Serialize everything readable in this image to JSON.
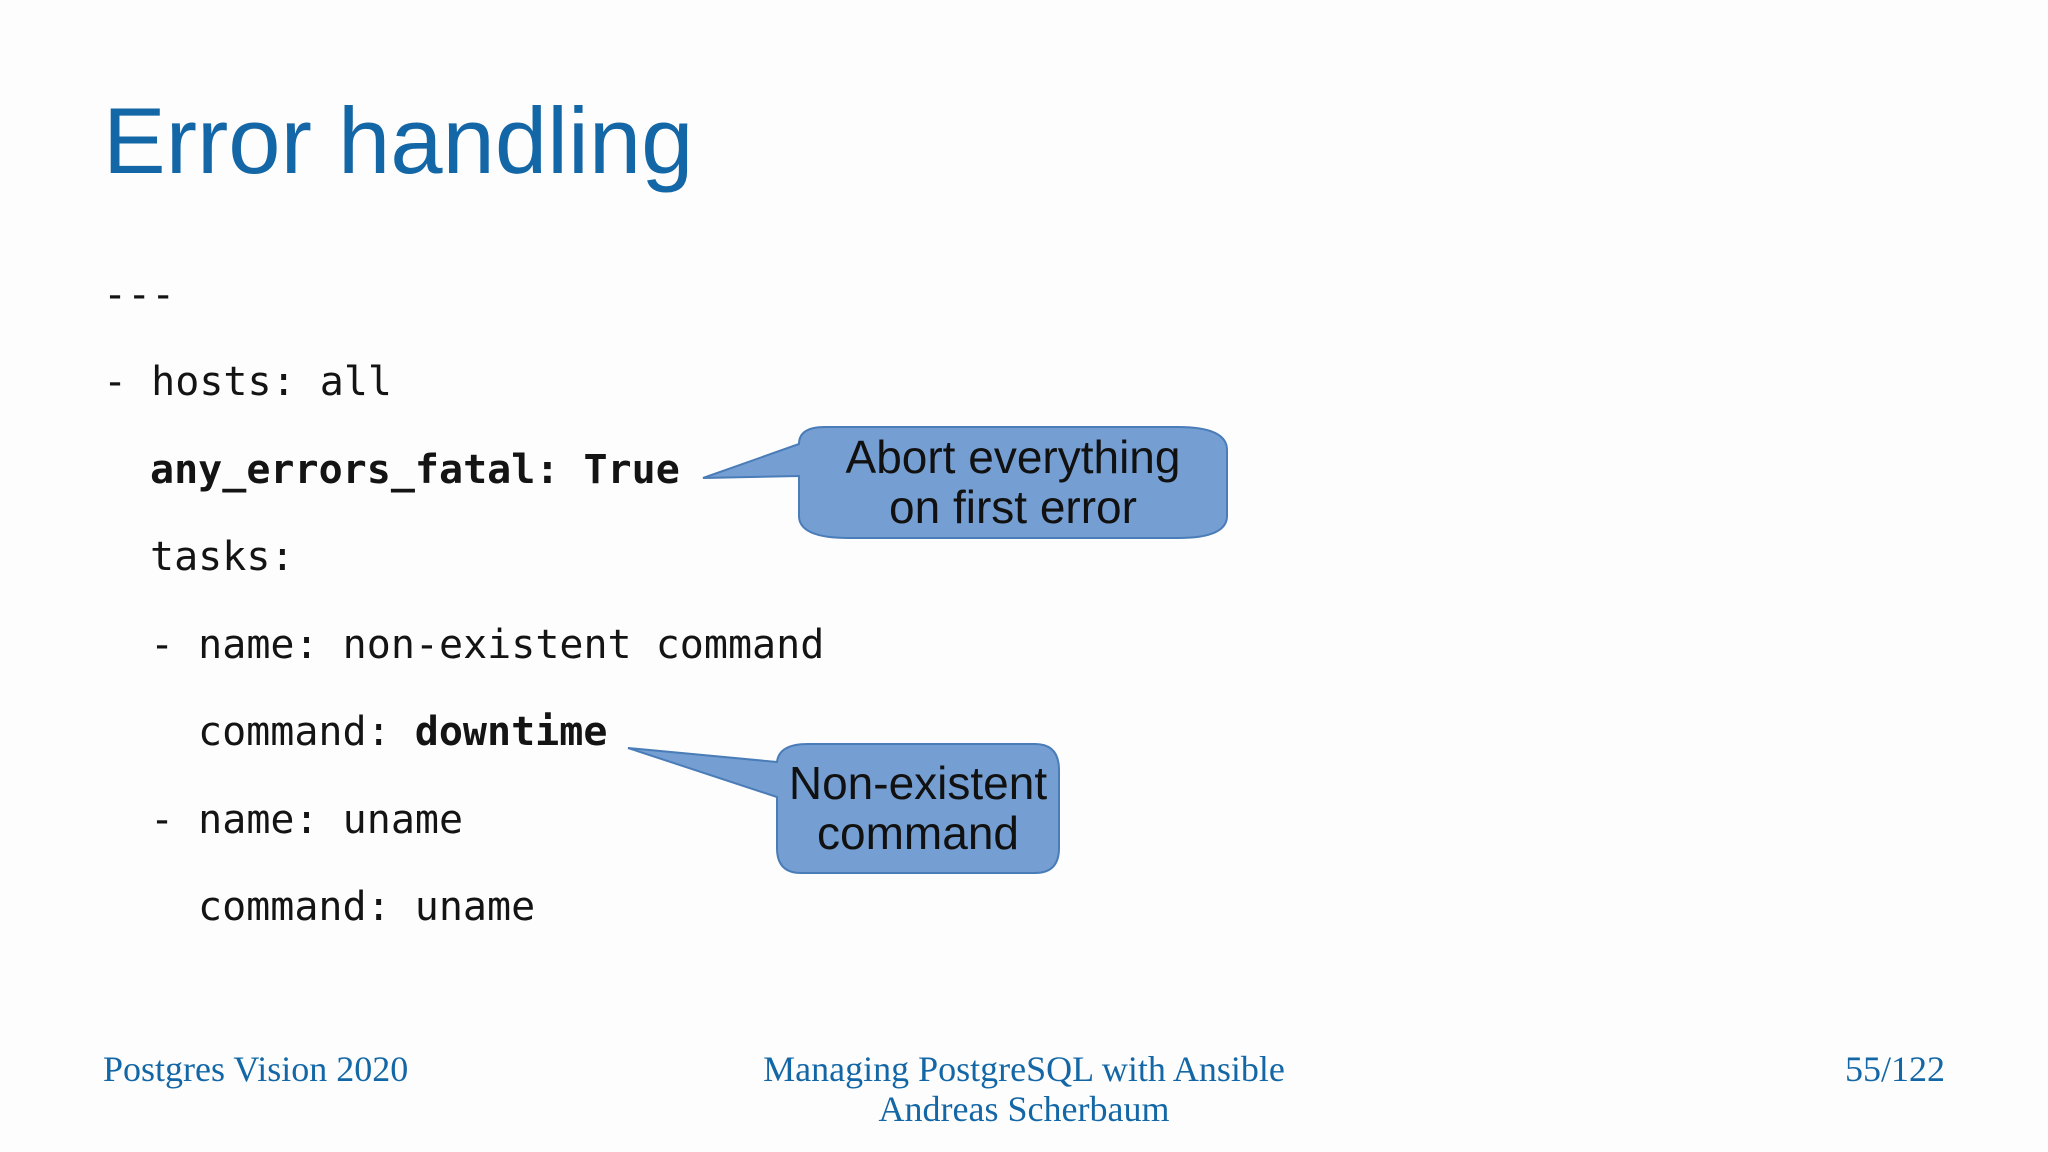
{
  "slide": {
    "title": "Error handling"
  },
  "code": {
    "line1": "---",
    "line2": "- hosts: all",
    "line3_key": "any_errors_fatal: True",
    "line4": "tasks:",
    "line5": "- name: non-existent command",
    "line6_prefix": "command: ",
    "line6_value": "downtime",
    "line7": "- name: uname",
    "line8": "command: uname"
  },
  "callouts": {
    "first": {
      "line1": "Abort everything",
      "line2": "on first error"
    },
    "second": {
      "line1": "Non-existent",
      "line2": "command"
    },
    "fill_color": "#759fd3",
    "stroke_color": "#4a7cb8"
  },
  "footer": {
    "left": "Postgres Vision 2020",
    "center_line1": "Managing PostgreSQL with Ansible",
    "center_line2": "Andreas Scherbaum",
    "right": "55/122"
  },
  "colors": {
    "title": "#1467a6",
    "footer": "#1467a6",
    "code": "#141414",
    "background": "#fdfdfd"
  }
}
